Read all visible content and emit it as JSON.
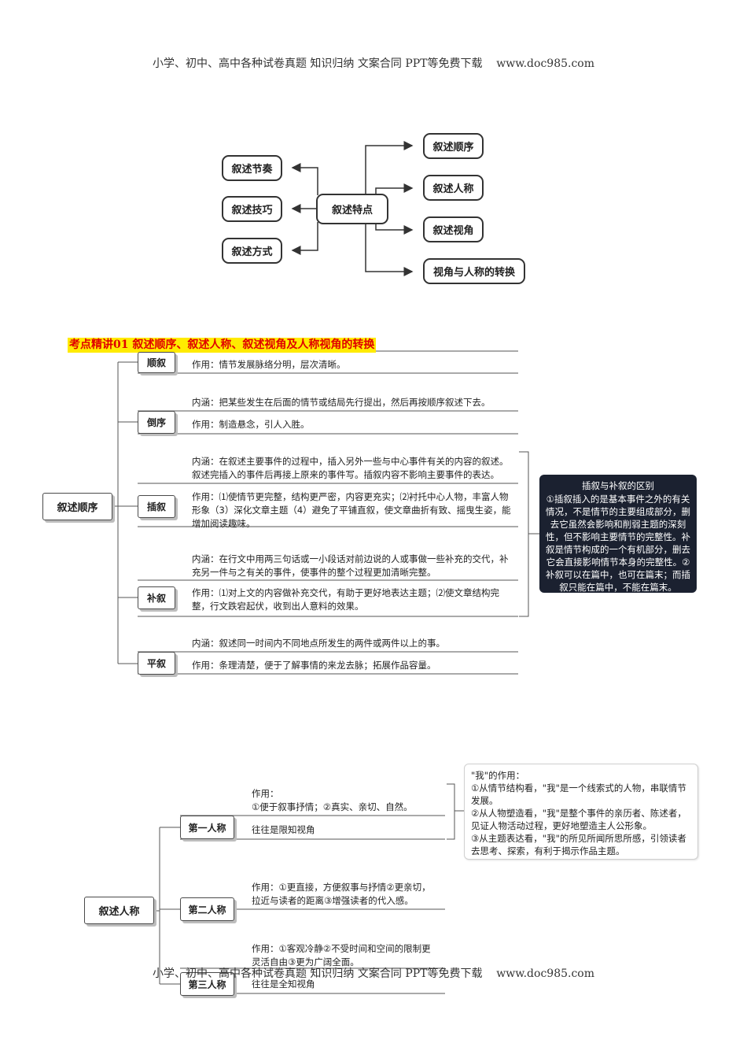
{
  "header_text": "小学、初中、高中各种试卷真题 知识归纳 文案合同 PPT等免费下载    www.doc985.com",
  "footer_text": "小学、初中、高中各种试卷真题 知识归纳 文案合同 PPT等免费下载    www.doc985.com",
  "mindmap1": {
    "center": "叙述特点",
    "left": [
      "叙述节奏",
      "叙述技巧",
      "叙述方式"
    ],
    "right": [
      "叙述顺序",
      "叙述人称",
      "叙述视角",
      "视角与人称的转换"
    ]
  },
  "section1": {
    "title": "考点精讲01 叙述顺序、叙述人称、叙述视角及人称视角的转换",
    "root": "叙述顺序",
    "branches": [
      {
        "label": "顺叙",
        "lines": [
          "作用：情节发展脉络分明，层次清晰。"
        ]
      },
      {
        "label": "倒序",
        "lines": [
          "内涵：把某些发生在后面的情节或结局先行提出，然后再按顺序叙述下去。",
          "作用：制造悬念，引人入胜。"
        ]
      },
      {
        "label": "插叙",
        "lines": [
          "内涵：在叙述主要事件的过程中，插入另外一些与中心事件有关的内容的叙述。叙述完插入的事件后再接上原来的事件写。插叙内容不影响主要事件的表达。",
          "作用：⑴使情节更完整，结构更严密，内容更充实；⑵衬托中心人物，丰富人物形象（3）深化文章主题（4）避免了平铺直叙，使文章曲折有致、摇曳生姿，能增加阅读趣味。"
        ]
      },
      {
        "label": "补叙",
        "lines": [
          "内涵：在行文中用两三句话或一小段话对前边说的人或事做一些补充的交代，补充另一件与之有关的事件，使事件的整个过程更加清晰完整。",
          "作用：⑴对上文的内容做补充交代，有助于更好地表达主题；⑵使文章结构完整，行文跌宕起伏，收到出人意料的效果。"
        ]
      },
      {
        "label": "平叙",
        "lines": [
          "内涵：叙述同一时间内不同地点所发生的两件或两件以上的事。",
          "作用：条理清楚，便于了解事情的来龙去脉；拓展作品容量。"
        ]
      }
    ],
    "note_title": "插叙与补叙的区别",
    "note_body": "①插叙插入的是基本事件之外的有关情况，不是情节的主要组成部分，删去它虽然会影响和削弱主题的深刻性，但不影响主要情节的完整性。补叙是情节构成的一个有机部分，删去它会直接影响情节本身的完整性。②补叙可以在篇中，也可在篇末；而插叙只能在篇中，不能在篇末。"
  },
  "section2": {
    "root": "叙述人称",
    "branches": [
      {
        "label": "第一人称",
        "lines": [
          "作用：\n①便于叙事抒情；②真实、亲切、自然。",
          "往往是限知视角"
        ]
      },
      {
        "label": "第二人称",
        "lines": [
          "作用：①更直接，方便叙事与抒情②更亲切，拉近与读者的距离③增强读者的代入感。"
        ]
      },
      {
        "label": "第三人称",
        "lines": [
          "作用：①客观冷静②不受时间和空间的限制更灵活自由③更为广阔全面。",
          "往往是全知视角"
        ]
      }
    ],
    "note_title": "\"我\"的作用：",
    "note_items": [
      "①从情节结构看，\"我\"是一个线索式的人物，串联情节发展。",
      "②从人物塑造看，\"我\"是整个事件的亲历者、陈述者，见证人物活动过程，更好地塑造主人公形象。",
      "③从主题表达看，\"我\"的所见所闻所思所感，引领读者去思考、探索，有利于揭示作品主题。"
    ]
  }
}
